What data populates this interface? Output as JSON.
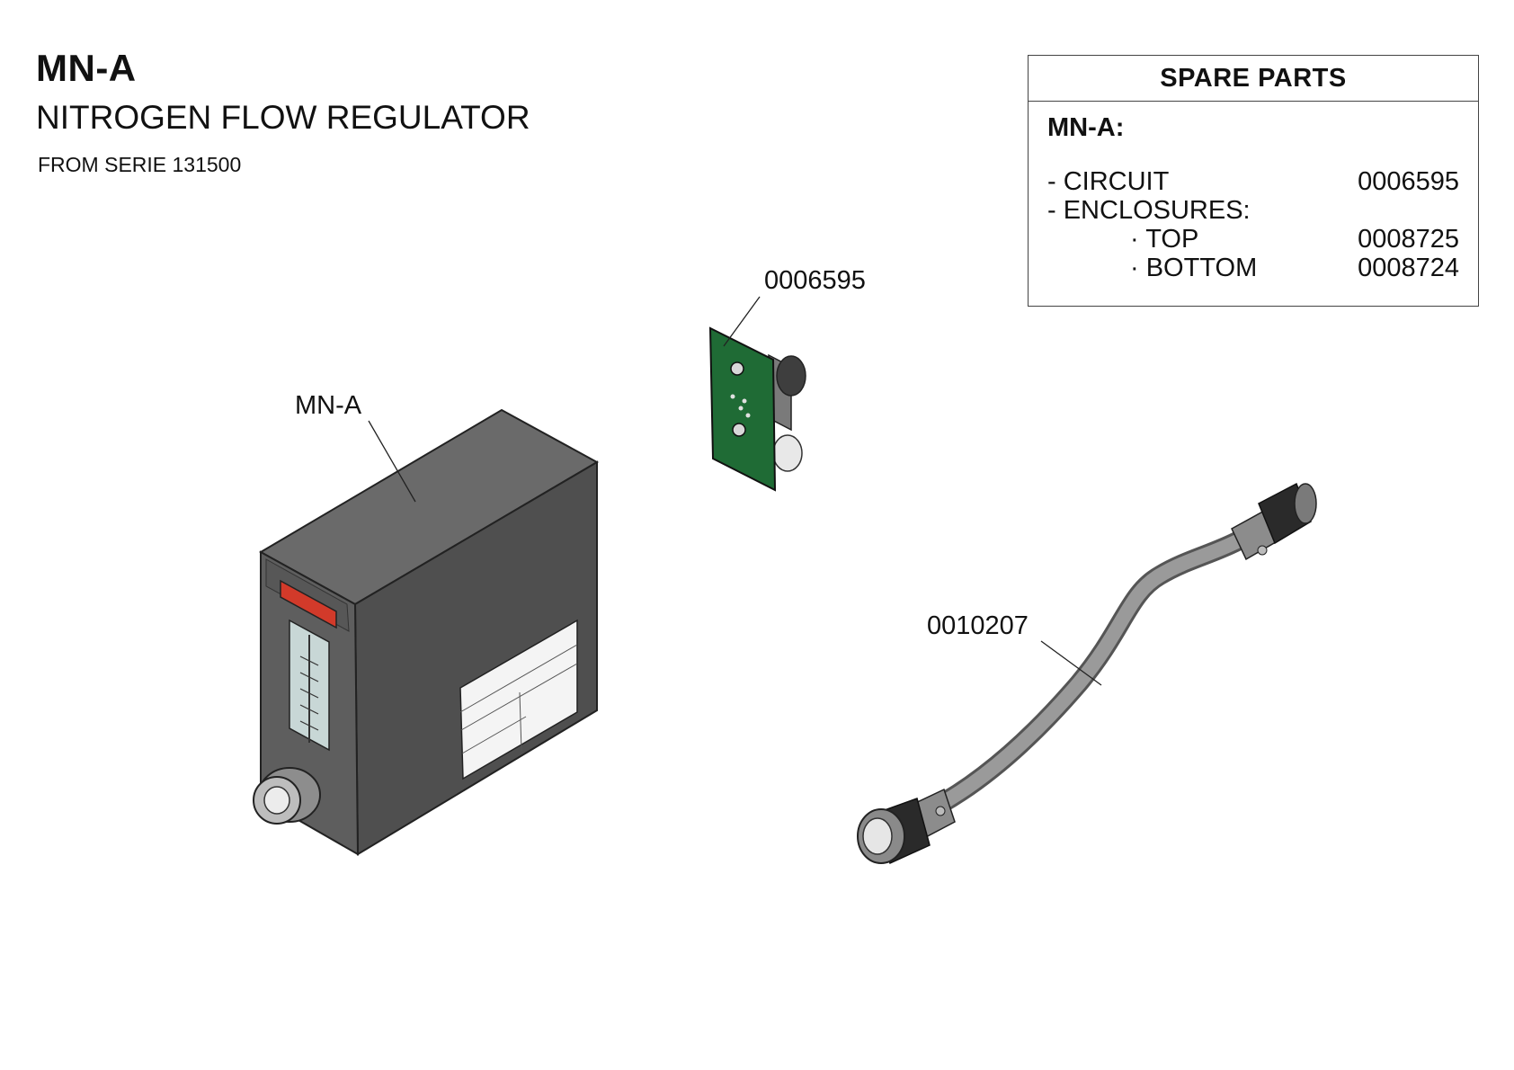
{
  "header": {
    "title": "MN-A",
    "subtitle": "NITROGEN FLOW REGULATOR",
    "serie": "FROM SERIE 131500"
  },
  "spare_parts": {
    "heading": "SPARE PARTS",
    "model": "MN-A:",
    "items": [
      {
        "label": "- CIRCUIT",
        "code": "0006595"
      },
      {
        "label": "- ENCLOSURES:",
        "code": ""
      },
      {
        "label": "· TOP",
        "code": "0008725"
      },
      {
        "label": "· BOTTOM",
        "code": "0008724"
      }
    ]
  },
  "callouts": {
    "circuit": "0006595",
    "unit": "MN-A",
    "cable": "0010207"
  },
  "colors": {
    "enclosure": "#5c5c5c",
    "pcb": "#1f6b35",
    "cable": "#8a8a8a",
    "brand_strip": "#d23a2a"
  }
}
